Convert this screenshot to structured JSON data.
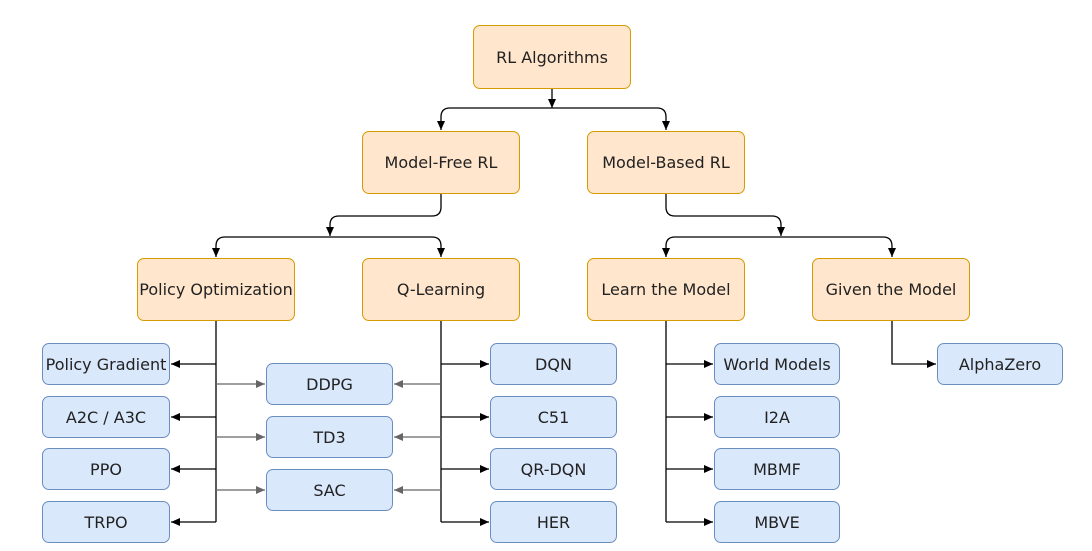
{
  "diagram": {
    "root": "RL Algorithms",
    "model_free": "Model-Free RL",
    "model_based": "Model-Based RL",
    "policy_optimization": "Policy Optimization",
    "q_learning": "Q-Learning",
    "learn_the_model": "Learn the Model",
    "given_the_model": "Given the Model",
    "policy_opt_algorithms": [
      "Policy Gradient",
      "A2C / A3C",
      "PPO",
      "TRPO"
    ],
    "shared_algorithms": [
      "DDPG",
      "TD3",
      "SAC"
    ],
    "q_learning_algorithms": [
      "DQN",
      "C51",
      "QR-DQN",
      "HER"
    ],
    "learn_model_algorithms": [
      "World Models",
      "I2A",
      "MBMF",
      "MBVE"
    ],
    "given_model_algorithms": [
      "AlphaZero"
    ]
  },
  "colors": {
    "category_fill": "#ffe6cc",
    "category_border": "#d79b00",
    "algorithm_fill": "#dae8fc",
    "algorithm_border": "#6c8ebf",
    "edge": "#000000",
    "edge_gray": "#666666"
  }
}
